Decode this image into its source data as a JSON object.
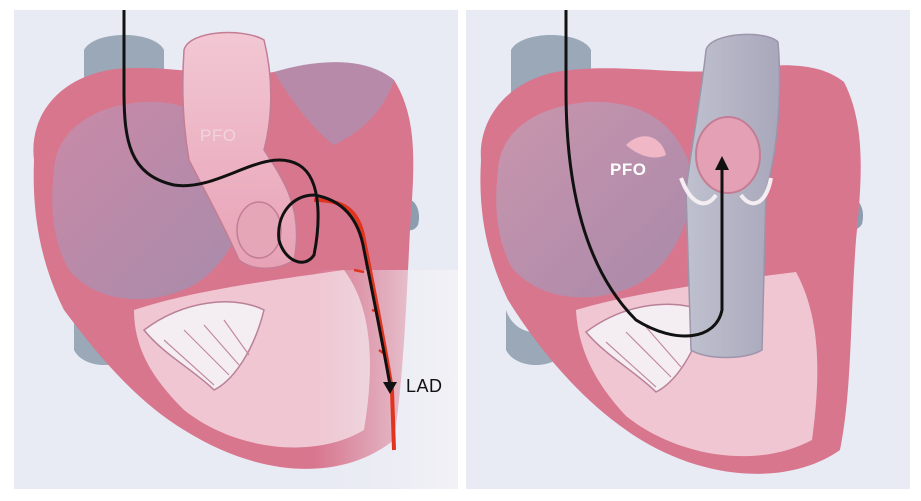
{
  "figure": {
    "left_panel": {
      "labels": {
        "pfo": "PFO",
        "lad": "LAD"
      }
    },
    "right_panel": {
      "labels": {
        "pfo": "PFO"
      }
    }
  },
  "colors": {
    "background": "#e9ebf4",
    "myocardium": "#d8768e",
    "myocardium_light": "#f0c2cf",
    "chamber_interior": "#b996ae",
    "vessel_gray": "#9aa8b8",
    "valve_white": "#f4eef2",
    "guidewire": "#111111",
    "artery_red": "#e0341e"
  },
  "icons": [
    "heart-illustration-icon",
    "guidewire-path-icon",
    "arrowhead-icon"
  ]
}
